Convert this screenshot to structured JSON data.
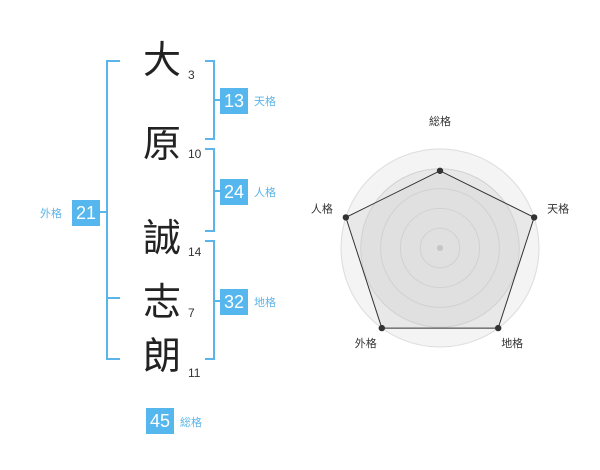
{
  "name": {
    "characters": [
      {
        "char": "大",
        "strokes": "3"
      },
      {
        "char": "原",
        "strokes": "10"
      },
      {
        "char": "誠",
        "strokes": "14"
      },
      {
        "char": "志",
        "strokes": "7"
      },
      {
        "char": "朗",
        "strokes": "11"
      }
    ]
  },
  "kaku": {
    "tenkaku": {
      "value": "13",
      "label": "天格"
    },
    "jinkaku": {
      "value": "24",
      "label": "人格"
    },
    "chikaku": {
      "value": "32",
      "label": "地格"
    },
    "gaikaku": {
      "value": "21",
      "label": "外格"
    },
    "soukaku": {
      "value": "45",
      "label": "総格"
    }
  },
  "colors": {
    "accent": "#55b7ee",
    "bracket": "#5bb5ea",
    "text": "#222222"
  },
  "chart_data": {
    "type": "radar",
    "axes": [
      "総格",
      "天格",
      "地格",
      "外格",
      "人格"
    ],
    "values": [
      0.78,
      1.0,
      1.0,
      1.0,
      1.0
    ],
    "max": 1.0,
    "rings": 4
  }
}
